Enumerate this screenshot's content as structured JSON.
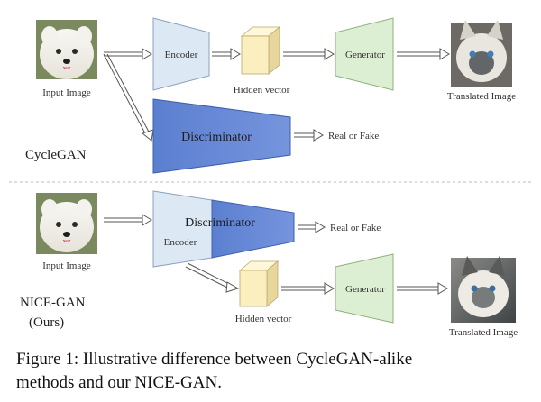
{
  "top_section": {
    "input_label": "Input Image",
    "encoder_label": "Encoder",
    "hidden_label": "Hidden vector",
    "generator_label": "Generator",
    "output_label": "Translated Image",
    "discriminator_label": "Discriminator",
    "disc_output_label": "Real or Fake",
    "method_label": "CycleGAN"
  },
  "bottom_section": {
    "input_label": "Input Image",
    "discriminator_label": "Discriminator",
    "encoder_label": "Encoder",
    "disc_output_label": "Real or Fake",
    "hidden_label": "Hidden vector",
    "generator_label": "Generator",
    "output_label": "Translated Image",
    "method_label": "NICE-GAN",
    "method_sublabel": "(Ours)"
  },
  "caption": {
    "line1": "Figure 1:  Illustrative difference between CycleGAN-alike",
    "line2": "methods and our NICE-GAN."
  },
  "colors": {
    "encoder_fill": "#dde8f5",
    "discriminator_fill": "#6f8fd6",
    "generator_fill": "#dcefd3",
    "hidden_front": "#fcefbf",
    "hidden_side": "#e8d79c",
    "hidden_top": "#fff7d9",
    "divider": "#bbbbbb"
  }
}
